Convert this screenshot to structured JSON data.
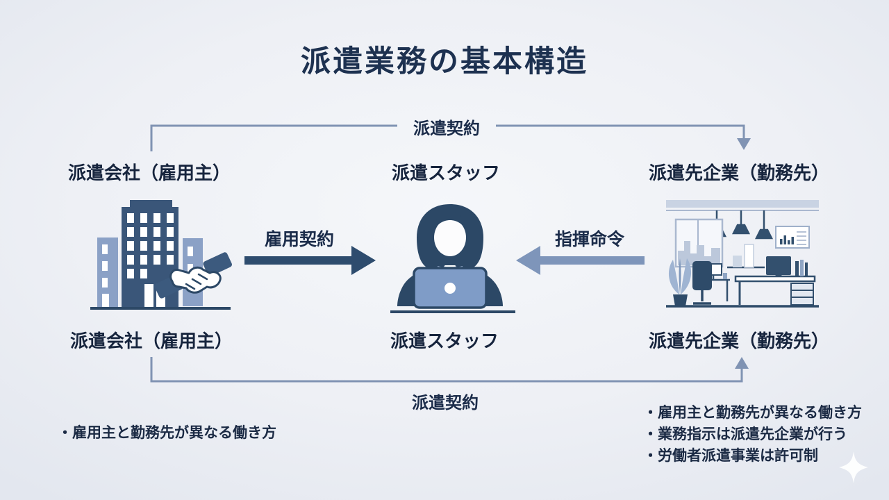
{
  "title": "派遣業務の基本構造",
  "entities": {
    "agency": {
      "label": "派遣会社（雇用主）"
    },
    "staff": {
      "label": "派遣スタッフ"
    },
    "client": {
      "label": "派遣先企業（勤務先）"
    }
  },
  "relations": {
    "dispatch_contract_top": {
      "label": "派遣契約"
    },
    "employment_contract": {
      "label": "雇用契約"
    },
    "direction_command": {
      "label": "指揮命令"
    },
    "dispatch_contract_bottom": {
      "label": "派遣契約"
    }
  },
  "notes": {
    "left": {
      "items": [
        "・雇用主と勤務先が異なる働き方"
      ]
    },
    "right": {
      "items": [
        "・雇用主と勤務先が異なる働き方",
        "・業務指示は派遣先企業が行う",
        "・労働者派遣事業は許可制"
      ]
    }
  },
  "icons": {
    "agency_icon": "office-building-with-handshake",
    "staff_icon": "person-at-laptop",
    "client_icon": "office-workspace",
    "decor": "sparkle"
  },
  "colors": {
    "background": "#EDF0F5",
    "title_text": "#1D3150",
    "label_text": "#16243D",
    "dark_navy": "#2E4C6E",
    "steel_blue": "#7E95BA",
    "connector": "#8093B3",
    "light_building": "#8BA1C6",
    "laptop_blue": "#7F9CC7"
  }
}
